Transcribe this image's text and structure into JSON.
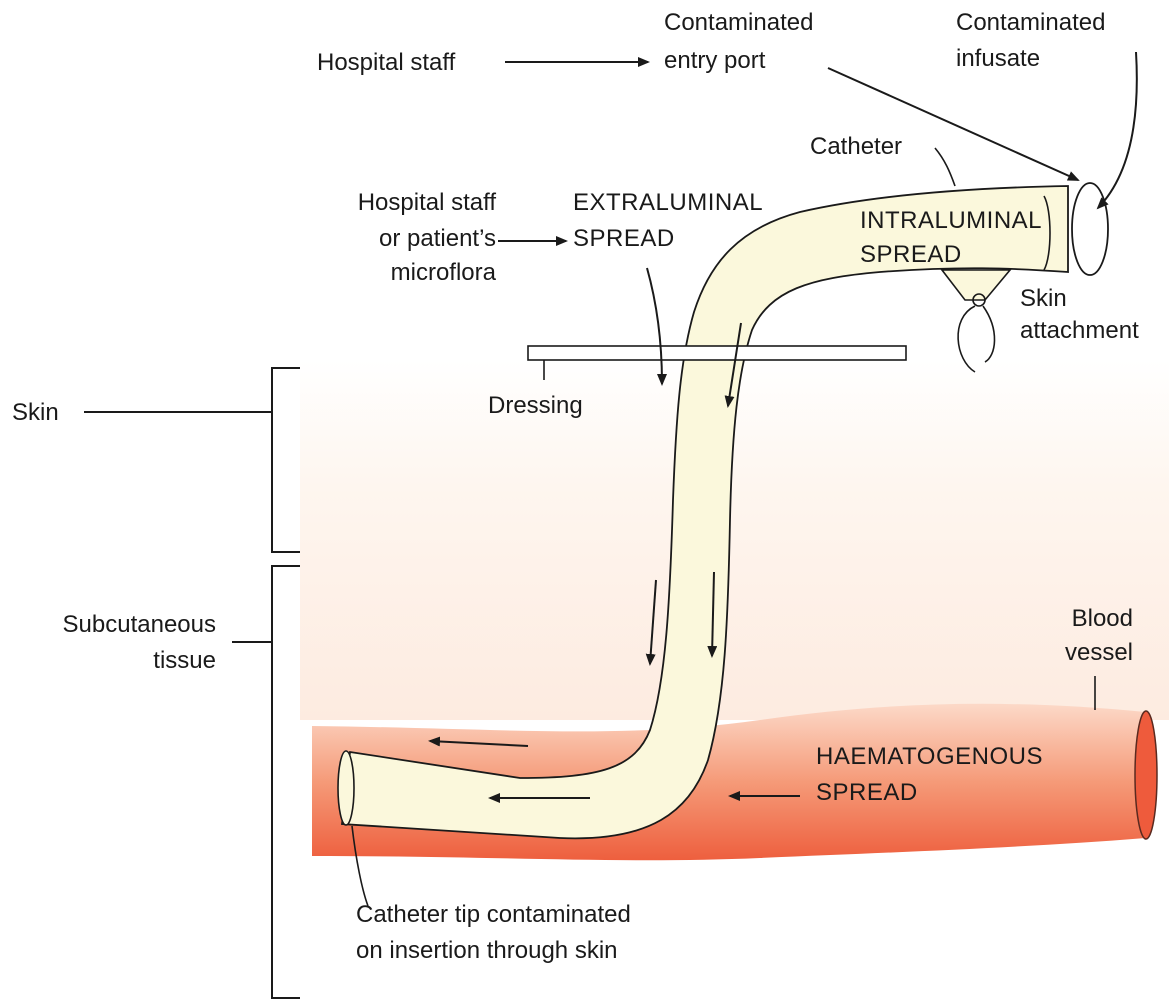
{
  "labels": {
    "hospital_staff": "Hospital staff",
    "contaminated_entry_port_1": "Contaminated",
    "contaminated_entry_port_2": "entry port",
    "contaminated_infusate_1": "Contaminated",
    "contaminated_infusate_2": "infusate",
    "catheter": "Catheter",
    "microflora_1": "Hospital staff",
    "microflora_2": "or patient’s",
    "microflora_3": "microflora",
    "extraluminal_1": "EXTRALUMINAL",
    "extraluminal_2": "SPREAD",
    "intraluminal_1": "INTRALUMINAL",
    "intraluminal_2": "SPREAD",
    "skin_attachment_1": "Skin",
    "skin_attachment_2": "attachment",
    "dressing": "Dressing",
    "skin": "Skin",
    "subcutaneous_1": "Subcutaneous",
    "subcutaneous_2": "tissue",
    "blood_vessel_1": "Blood",
    "blood_vessel_2": "vessel",
    "haematogenous_1": "HAEMATOGENOUS",
    "haematogenous_2": "SPREAD",
    "catheter_tip_1": "Catheter tip contaminated",
    "catheter_tip_2": "on insertion through skin"
  },
  "colors": {
    "catheter_fill": "#fbf8dc",
    "vessel_light": "#fcd7c6",
    "vessel_dark": "#f06a48",
    "skin_tint": "#fdf0e6",
    "ink": "#1a1a1a"
  }
}
